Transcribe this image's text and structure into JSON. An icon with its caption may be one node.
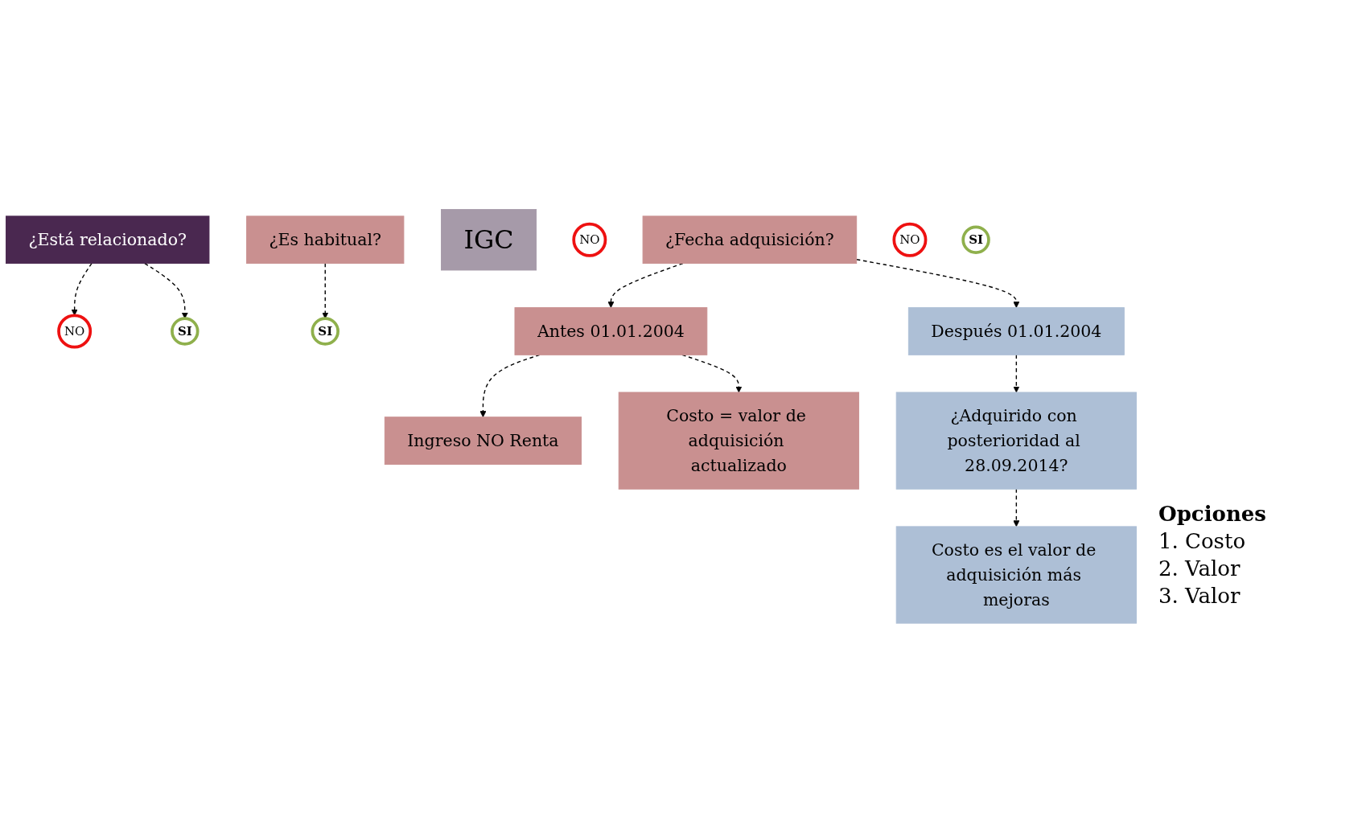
{
  "diagram": {
    "nodes": [
      {
        "text": [
          "¿Está relacionado?"
        ]
      },
      {
        "text": [
          "NO"
        ]
      },
      {
        "text": [
          "SI"
        ]
      },
      {
        "text": [
          "¿Es habitual?"
        ]
      },
      {
        "text": [
          "SI"
        ]
      },
      {
        "text": [
          "IGC"
        ]
      },
      {
        "text": [
          "NO"
        ]
      },
      {
        "text": [
          "¿Fecha adquisición?"
        ]
      },
      {
        "text": [
          "Antes 01.01.2004"
        ]
      },
      {
        "text": [
          "Después 01.01.2004"
        ]
      },
      {
        "text": [
          "Ingreso NO Renta"
        ]
      },
      {
        "text": [
          "Costo = valor de adquisición actualizado"
        ]
      },
      {
        "text": [
          "¿Adquirido con posterioridad al 28.09.2014?"
        ]
      },
      {
        "text": [
          "NO"
        ]
      },
      {
        "text": [
          "SI"
        ]
      },
      {
        "text": [
          "Costo es el valor de adquisición más mejoras"
        ]
      }
    ],
    "edges": [
      {
        "from": 0,
        "to": 1,
        "arrow": "to",
        "style": "dashed"
      },
      {
        "from": 0,
        "to": 2,
        "arrow": "to",
        "style": "dashed"
      },
      {
        "from": 3,
        "to": 4,
        "arrow": "to",
        "style": "dashed"
      },
      {
        "from": 7,
        "to": 8,
        "arrow": "to",
        "style": "dashed"
      },
      {
        "from": 7,
        "to": 9,
        "arrow": "to",
        "style": "dashed"
      },
      {
        "from": 8,
        "to": 10,
        "arrow": "to",
        "style": "dashed"
      },
      {
        "from": 8,
        "to": 11,
        "arrow": "to",
        "style": "dashed"
      },
      {
        "from": 9,
        "to": 12,
        "arrow": "to",
        "style": "dashed"
      },
      {
        "from": 12,
        "to": 15,
        "arrow": "to",
        "style": "dashed"
      }
    ],
    "labels": [
      "Opciones",
      "1. Costo",
      "2. Valor",
      "3. Valor"
    ]
  }
}
